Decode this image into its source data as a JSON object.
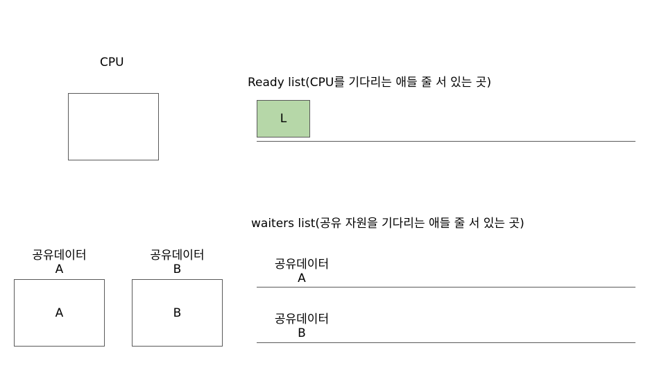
{
  "cpu": {
    "label": "CPU",
    "content": ""
  },
  "ready_list": {
    "title": "Ready list(CPU를 기다리는 애들 줄 서 있는 곳)",
    "items": [
      {
        "label": "L",
        "color": "#b6d7a8"
      }
    ]
  },
  "waiters_list": {
    "title": "waiters list(공유 자원을 기다리는 애들 줄 서 있는 곳)",
    "rows": [
      {
        "name": "공유데이터",
        "id": "A"
      },
      {
        "name": "공유데이터",
        "id": "B"
      }
    ]
  },
  "shared_data": [
    {
      "name": "공유데이터",
      "id": "A",
      "content": "A"
    },
    {
      "name": "공유데이터",
      "id": "B",
      "content": "B"
    }
  ],
  "colors": {
    "stroke": "#595959",
    "ready_item_fill": "#b6d7a8"
  }
}
